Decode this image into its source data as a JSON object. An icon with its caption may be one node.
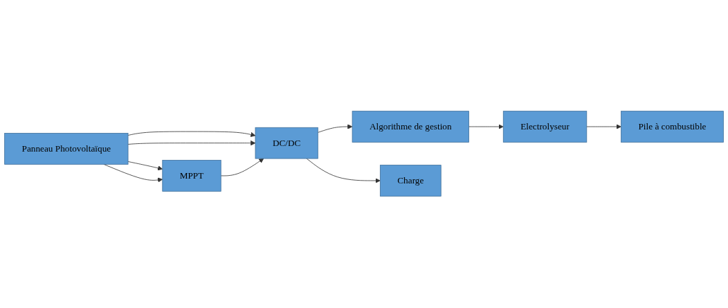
{
  "diagram": {
    "nodes": [
      {
        "text": [
          "Panneau Photovoltaïque"
        ]
      },
      {
        "text": [
          "DC/DC"
        ]
      },
      {
        "text": [
          "MPPT"
        ]
      },
      {
        "text": [
          "Algorithme de gestion"
        ]
      },
      {
        "text": [
          "Charge"
        ]
      },
      {
        "text": [
          "Electrolyseur"
        ]
      },
      {
        "text": [
          "Pile à combustible"
        ]
      }
    ],
    "edges": [
      {
        "from": 0,
        "to": 1,
        "arrow": "to"
      },
      {
        "from": 0,
        "to": 1,
        "arrow": "to"
      },
      {
        "from": 0,
        "to": 2,
        "arrow": "to"
      },
      {
        "from": 0,
        "to": 2,
        "arrow": "to"
      },
      {
        "from": 2,
        "to": 1,
        "arrow": "to"
      },
      {
        "from": 1,
        "to": 3,
        "arrow": "to"
      },
      {
        "from": 1,
        "to": 4,
        "arrow": "to"
      },
      {
        "from": 3,
        "to": 5,
        "arrow": "to"
      },
      {
        "from": 5,
        "to": 6,
        "arrow": "to"
      }
    ]
  }
}
